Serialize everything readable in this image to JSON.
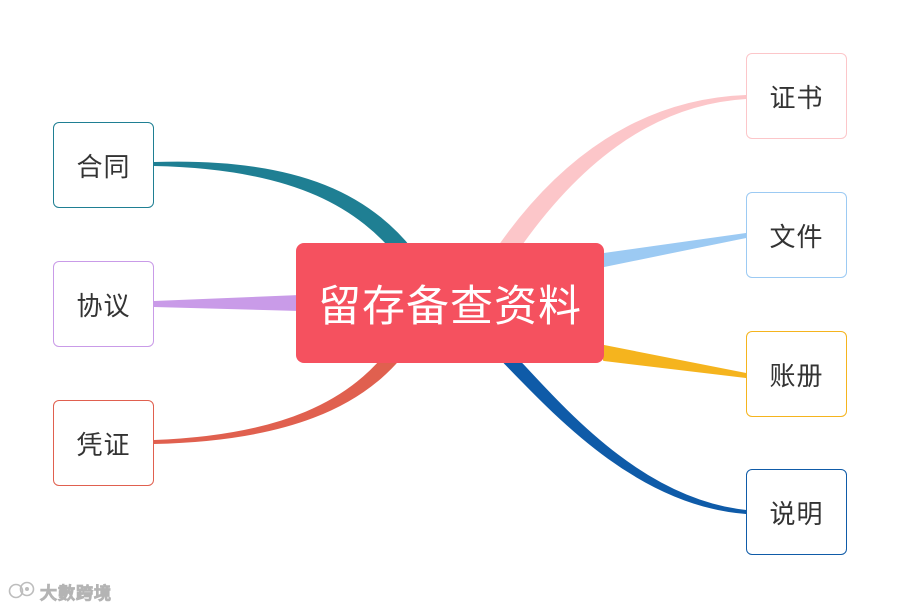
{
  "mindmap": {
    "center": {
      "label": "留存备查资料",
      "color": "#f5515f"
    },
    "left_branches": [
      {
        "label": "合同",
        "color": "#1f7f93"
      },
      {
        "label": "协议",
        "color": "#c99be8"
      },
      {
        "label": "凭证",
        "color": "#e0604f"
      }
    ],
    "right_branches": [
      {
        "label": "证书",
        "color": "#fcc6c9"
      },
      {
        "label": "文件",
        "color": "#9ccaf3"
      },
      {
        "label": "账册",
        "color": "#f5b41e"
      },
      {
        "label": "说明",
        "color": "#0f5ba8"
      }
    ]
  },
  "watermark": {
    "text": "大數跨境",
    "icon": "chat-bubbles-icon"
  }
}
